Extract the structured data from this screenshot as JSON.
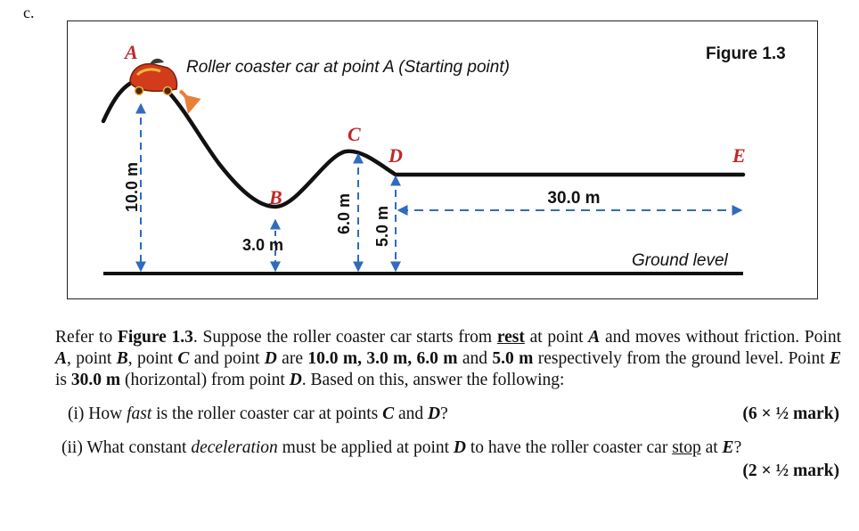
{
  "question_label": "c.",
  "figure": {
    "caption": "Figure 1.3",
    "car_description": "Roller coaster car at point A (Starting point)",
    "points": {
      "A": "A",
      "B": "B",
      "C": "C",
      "D": "D",
      "E": "E"
    },
    "heights": {
      "A": "10.0 m",
      "B": "3.0 m",
      "C": "6.0 m",
      "D": "5.0 m"
    },
    "distance_DE": "30.0 m",
    "ground_label": "Ground level",
    "colors": {
      "track": "#111111",
      "dimension": "#2f6bbf",
      "car": "#d23c1a",
      "arrow": "#e8803a"
    }
  },
  "paragraph": {
    "t1": "Refer to ",
    "fig_ref": "Figure 1.3",
    "t2": ". Suppose the roller coaster car starts from ",
    "rest": "rest",
    "t3": " at point ",
    "A1": "A",
    "t4": " and moves without friction. Point ",
    "A2": "A",
    "t5": ", point ",
    "B": "B",
    "t6": ", point ",
    "C": "C",
    "t7": " and point ",
    "D1": "D",
    "t8": " are ",
    "h1": "10.0 m, 3.0 m, 6.0 m",
    "t9": " and ",
    "h2": "5.0 m",
    "t10": " respectively from the ground level. Point ",
    "E": "E",
    "t11": " is ",
    "dist": "30.0 m",
    "t12": " (horizontal) from point ",
    "D2": "D",
    "t13": ". Based on this, answer the following:"
  },
  "q1": {
    "t1": "(i) How ",
    "fast": "fast",
    "t2": " is the roller coaster car at points ",
    "C": "C",
    "t3": " and ",
    "D": "D",
    "t4": "?",
    "mark": "(6 × ½ mark)"
  },
  "q2": {
    "t1": "(ii) What constant ",
    "decel": "deceleration",
    "t2": " must be applied at point ",
    "D": "D",
    "t3": " to have the roller coaster car ",
    "stop": "stop",
    "t4": " at ",
    "E": "E",
    "t5": "?",
    "mark": "(2 × ½ mark)"
  }
}
